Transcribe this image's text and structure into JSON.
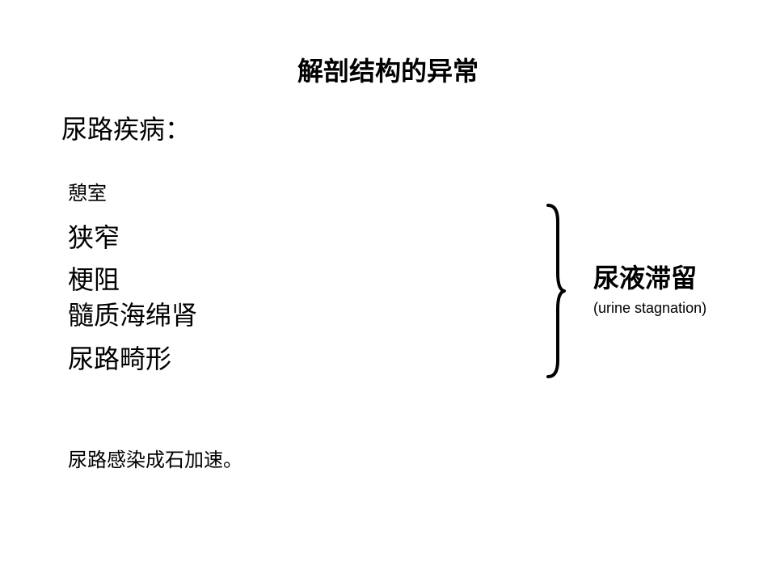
{
  "slide": {
    "title": "解剖结构的异常",
    "heading": "尿路疾病：",
    "items": [
      "憩室",
      "狭窄",
      "梗阻",
      "髓质海绵肾",
      "尿路畸形"
    ],
    "result": {
      "label": "尿液滞留",
      "subtitle": "(urine stagnation)"
    },
    "footer": "尿路感染成石加速。"
  }
}
